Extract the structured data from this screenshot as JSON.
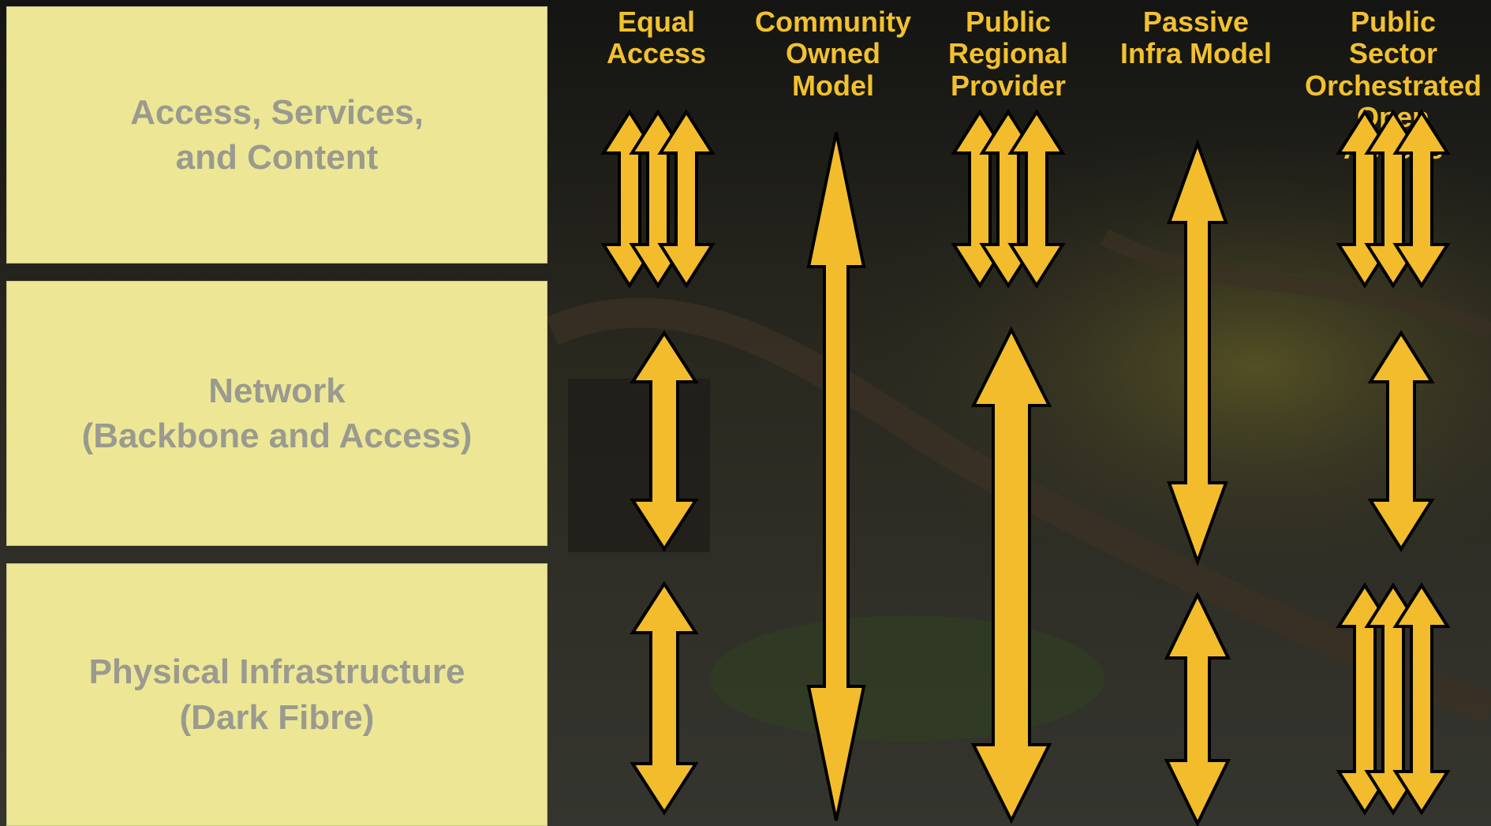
{
  "layers": [
    {
      "label": "Access, Services,\nand Content"
    },
    {
      "label": "Network\n(Backbone and Access)"
    },
    {
      "label": "Physical Infrastructure\n(Dark Fibre)"
    }
  ],
  "models": [
    {
      "label": "Equal\nAccess"
    },
    {
      "label": "Community\nOwned\nModel"
    },
    {
      "label": "Public\nRegional\nProvider"
    },
    {
      "label": "Passive\nInfra Model"
    },
    {
      "label": "Public Sector\nOrchestrated\nOpen Access"
    }
  ],
  "colors": {
    "arrow_fill": "#f2bc2d",
    "arrow_stroke": "#000000",
    "layer_fill": "#ede795",
    "layer_text": "#9a9a90",
    "header_text": "#f2c12e",
    "background": "#1a1a16"
  },
  "arrow_diagram": {
    "description_note": "",
    "columns": [
      {
        "model": "Equal Access",
        "arrows": [
          {
            "span": "access",
            "count": 3
          },
          {
            "span": "network",
            "count": 1
          },
          {
            "span": "physical",
            "count": 1
          }
        ]
      },
      {
        "model": "Community Owned Model",
        "arrows": [
          {
            "span": "all",
            "count": 1
          }
        ]
      },
      {
        "model": "Public Regional Provider",
        "arrows": [
          {
            "span": "access",
            "count": 3
          },
          {
            "span": "network-physical",
            "count": 1
          }
        ]
      },
      {
        "model": "Passive Infra Model",
        "arrows": [
          {
            "span": "access-network",
            "count": 1
          },
          {
            "span": "physical",
            "count": 1
          }
        ]
      },
      {
        "model": "Public Sector Orchestrated Open Access",
        "arrows": [
          {
            "span": "access",
            "count": 3
          },
          {
            "span": "network",
            "count": 1
          },
          {
            "span": "physical",
            "count": 3
          }
        ]
      }
    ]
  }
}
